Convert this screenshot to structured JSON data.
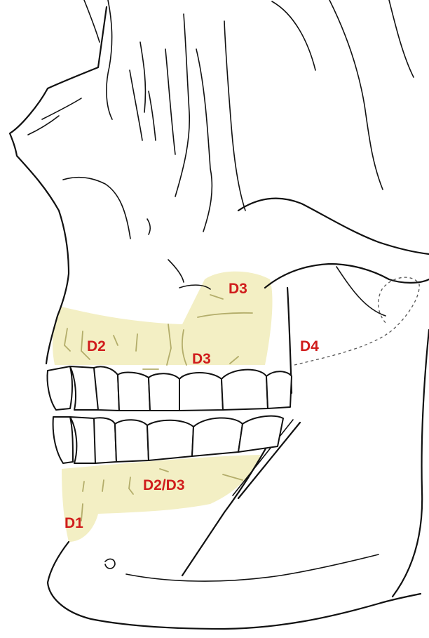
{
  "colors": {
    "label": "#d01c1c",
    "zone_fill": "#f3efc4",
    "line": "#111111"
  },
  "labels": {
    "d3_upper": "D3",
    "d2_maxilla": "D2",
    "d3_maxilla": "D3",
    "d4_tuberosity": "D4",
    "d2d3_mandible": "D2/D3",
    "d1_symphysis": "D1"
  }
}
